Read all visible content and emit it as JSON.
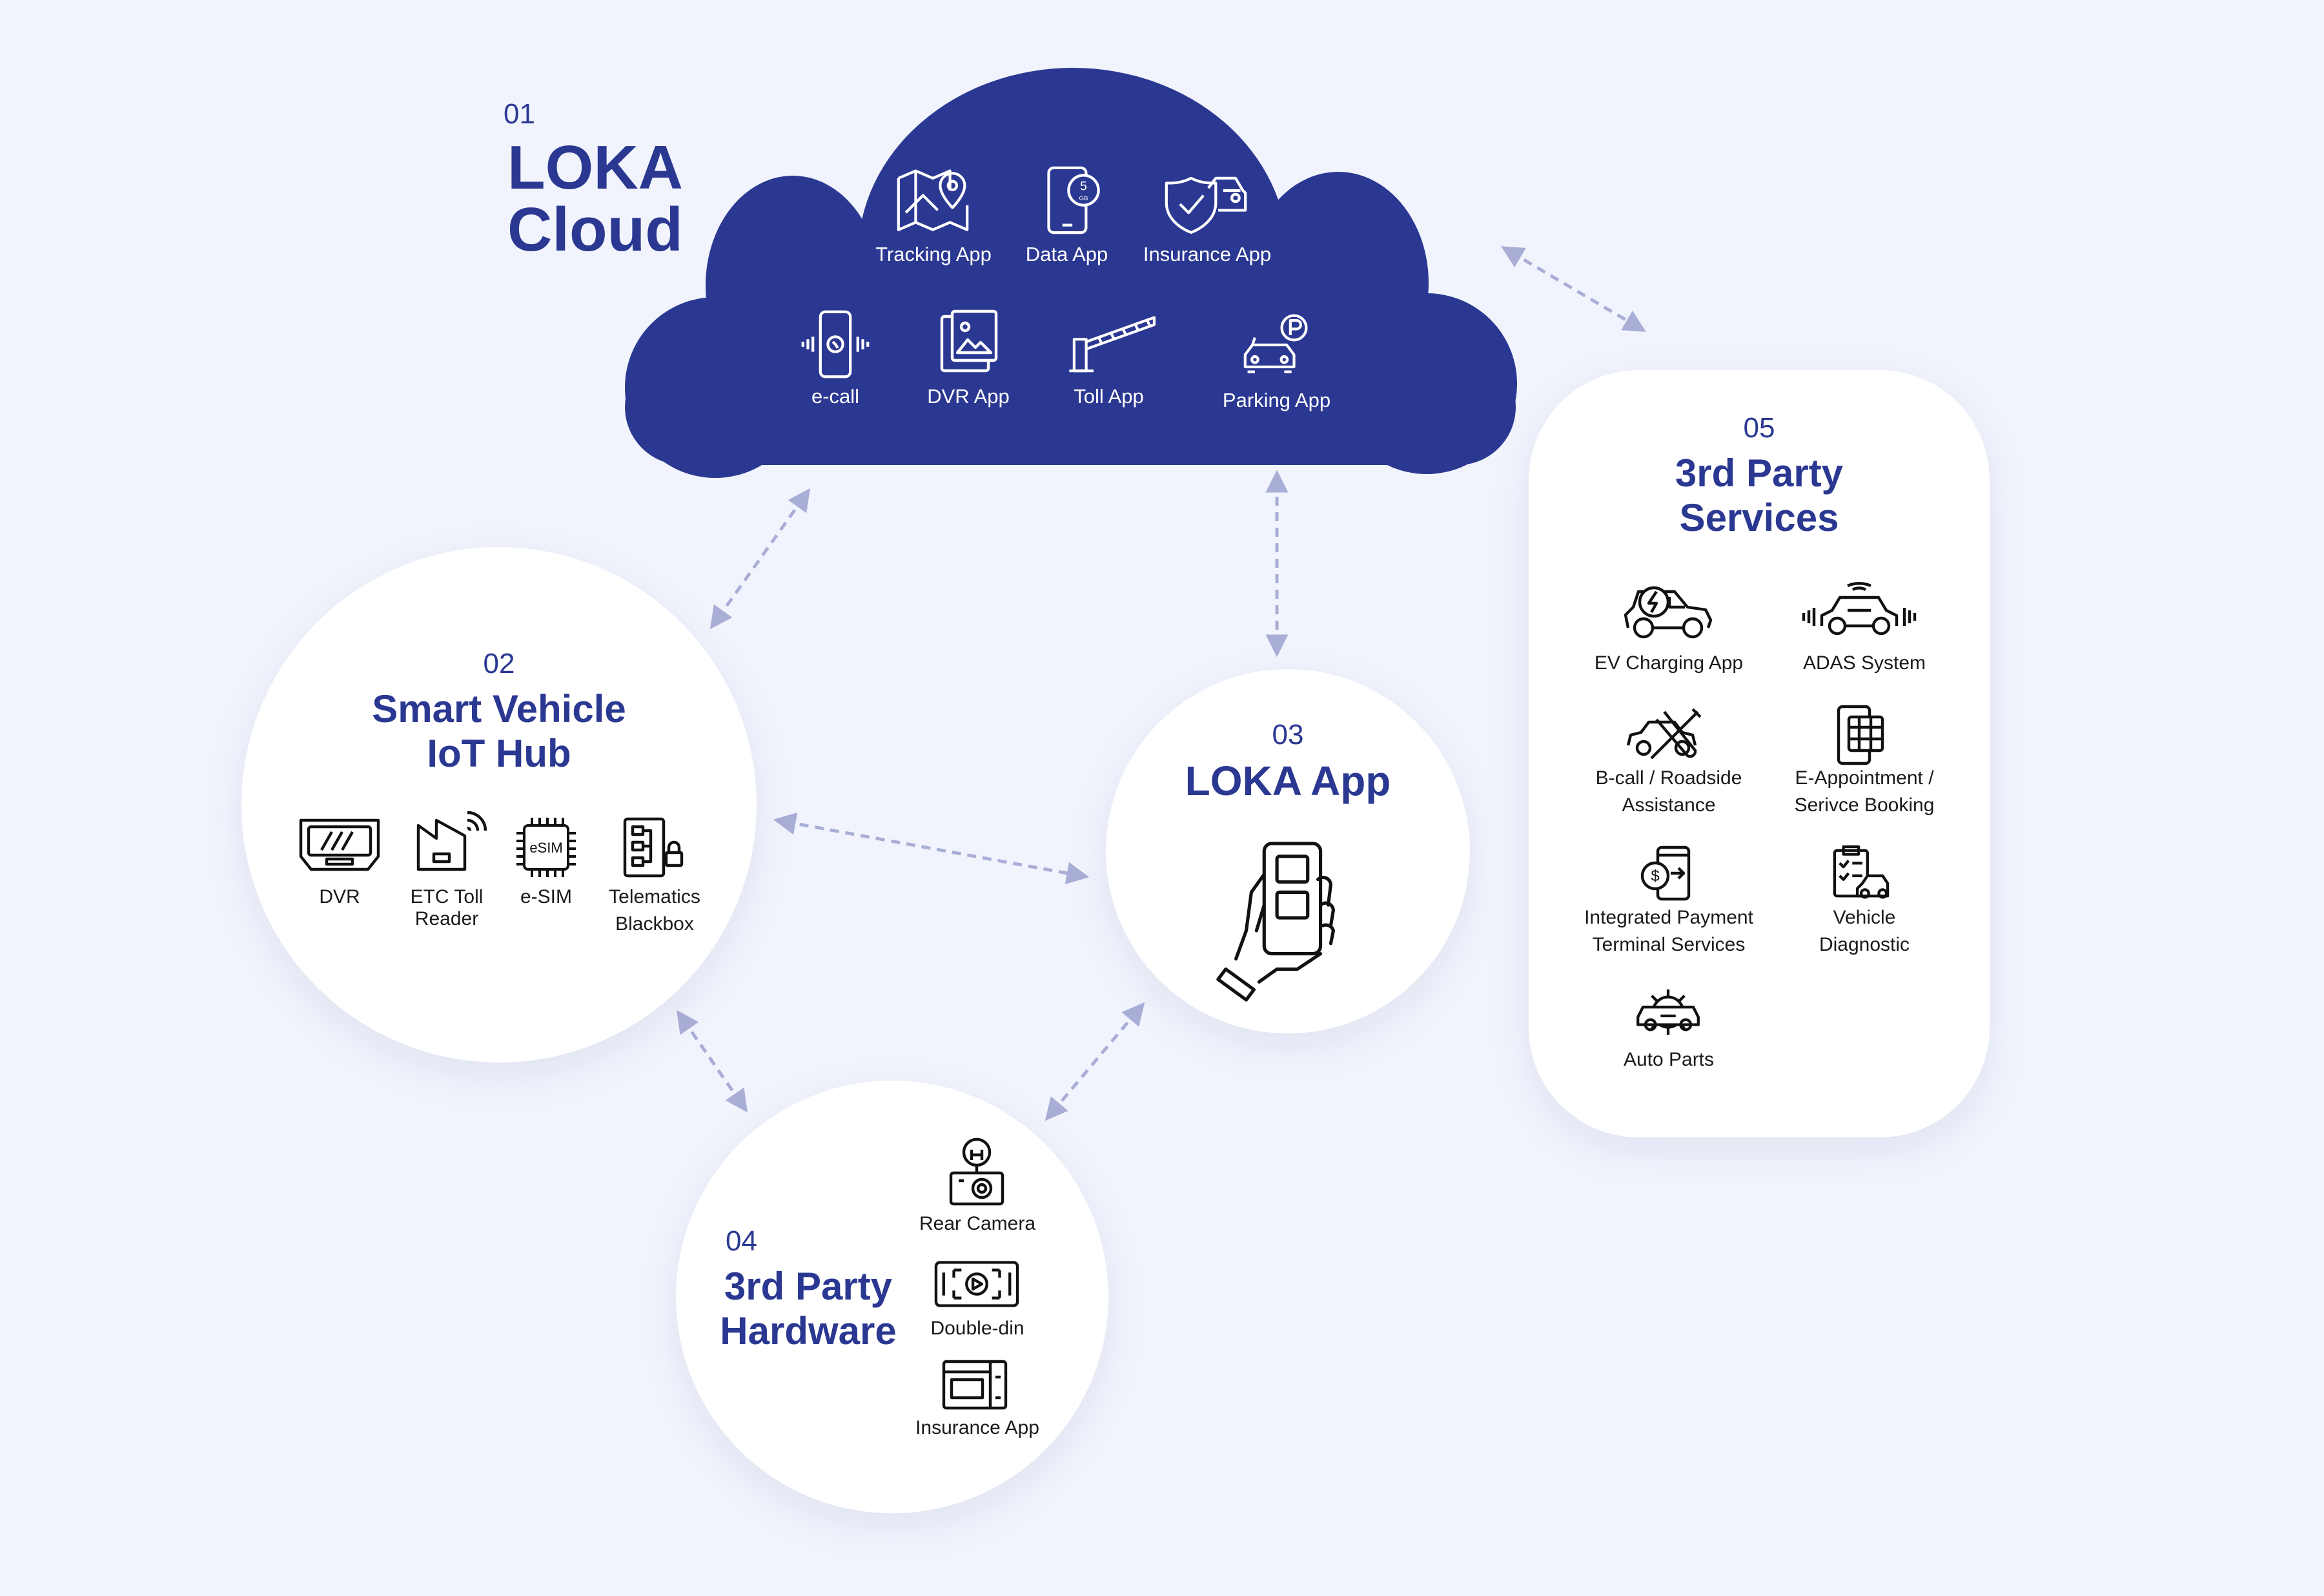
{
  "cloud": {
    "number": "01",
    "title_line1": "LOKA",
    "title_line2": "Cloud",
    "apps": [
      {
        "label": "Tracking App",
        "icon": "map-pin-icon"
      },
      {
        "label": "Data App",
        "icon": "phone-5gb-icon"
      },
      {
        "label": "Insurance App",
        "icon": "shield-car-icon"
      },
      {
        "label": "e-call",
        "icon": "phone-call-icon"
      },
      {
        "label": "DVR App",
        "icon": "image-tablet-icon"
      },
      {
        "label": "Toll App",
        "icon": "toll-gate-icon"
      },
      {
        "label": "Parking App",
        "icon": "parking-car-icon"
      }
    ]
  },
  "hub": {
    "number": "02",
    "title_line1": "Smart Vehicle",
    "title_line2": "IoT Hub",
    "items": [
      {
        "label_line1": "DVR",
        "label_line2": "",
        "icon": "dvr-icon"
      },
      {
        "label_line1": "ETC Toll",
        "label_line2": "Reader",
        "icon": "etc-reader-icon"
      },
      {
        "label_line1": "e-SIM",
        "label_line2": "",
        "icon": "esim-chip-icon"
      },
      {
        "label_line1": "Telematics",
        "label_line2": "Blackbox",
        "icon": "telematics-blackbox-icon"
      }
    ]
  },
  "app": {
    "number": "03",
    "title": "LOKA App",
    "icon": "hand-phone-icon"
  },
  "hardware": {
    "number": "04",
    "title_line1": "3rd Party",
    "title_line2": "Hardware",
    "items": [
      {
        "label": "Rear Camera",
        "icon": "rear-camera-icon"
      },
      {
        "label": "Double-din",
        "icon": "double-din-icon"
      },
      {
        "label": "Insurance App",
        "icon": "head-unit-icon"
      }
    ]
  },
  "services": {
    "number": "05",
    "title_line1": "3rd Party",
    "title_line2": "Services",
    "items": [
      {
        "label_line1": "EV Charging App",
        "label_line2": "",
        "icon": "ev-car-icon"
      },
      {
        "label_line1": "ADAS System",
        "label_line2": "",
        "icon": "adas-car-icon"
      },
      {
        "label_line1": "B-call / Roadside",
        "label_line2": "Assistance",
        "icon": "roadside-tools-icon"
      },
      {
        "label_line1": "E-Appointment /",
        "label_line2": "Serivce Booking",
        "icon": "appointment-phone-icon"
      },
      {
        "label_line1": "Integrated Payment",
        "label_line2": "Terminal Services",
        "icon": "payment-terminal-icon"
      },
      {
        "label_line1": "Vehicle",
        "label_line2": "Diagnostic",
        "icon": "vehicle-diagnostic-icon"
      },
      {
        "label_line1": "Auto Parts",
        "label_line2": "",
        "icon": "gear-car-icon"
      }
    ]
  },
  "colors": {
    "background": "#f1f4fc",
    "brand": "#2b3892",
    "connector": "#a9aed6"
  }
}
